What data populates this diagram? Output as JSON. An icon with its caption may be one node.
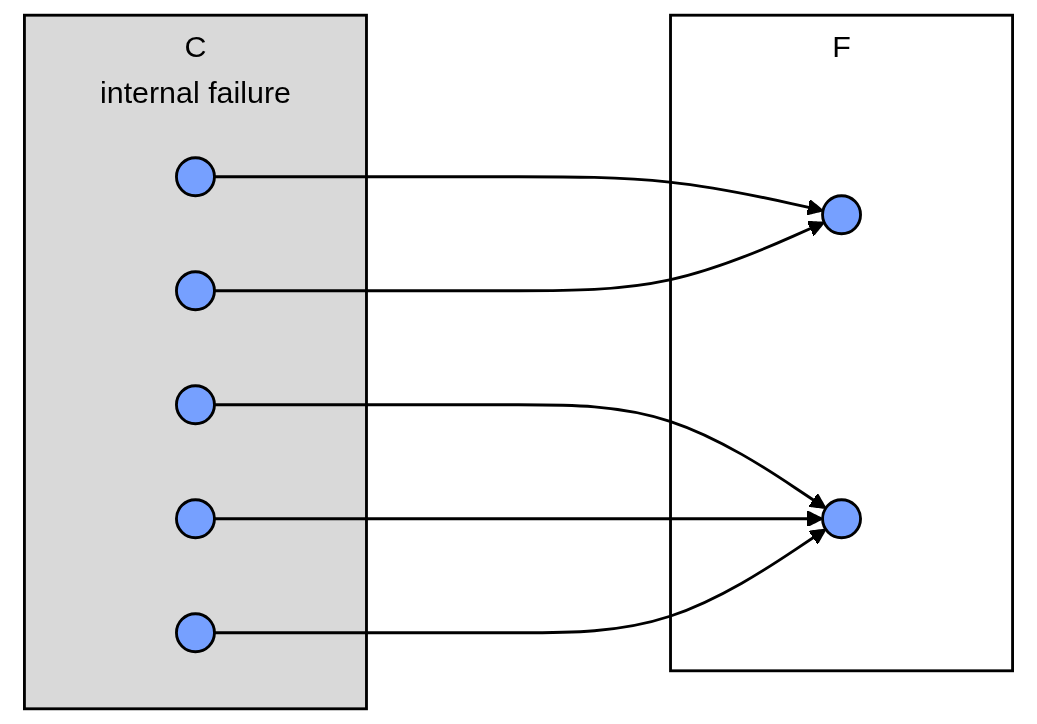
{
  "diagram": {
    "nodes": [
      {
        "text": [
          "C",
          "internal failure"
        ]
      },
      {
        "text": [],
        "shape": "circle",
        "in": 0
      },
      {
        "text": [],
        "shape": "circle",
        "in": 0
      },
      {
        "text": [],
        "shape": "circle",
        "in": 0
      },
      {
        "text": [],
        "shape": "circle",
        "in": 0
      },
      {
        "text": [],
        "shape": "circle",
        "in": 0
      },
      {
        "text": [
          "F"
        ]
      },
      {
        "text": [],
        "shape": "circle",
        "in": 6
      },
      {
        "text": [],
        "shape": "circle",
        "in": 6
      }
    ],
    "edges": [
      {
        "from": 1,
        "to": 7,
        "arrow": "to"
      },
      {
        "from": 2,
        "to": 7,
        "arrow": "to"
      },
      {
        "from": 3,
        "to": 8,
        "arrow": "to"
      },
      {
        "from": 4,
        "to": 8,
        "arrow": "to"
      },
      {
        "from": 5,
        "to": 8,
        "arrow": "to"
      }
    ]
  }
}
